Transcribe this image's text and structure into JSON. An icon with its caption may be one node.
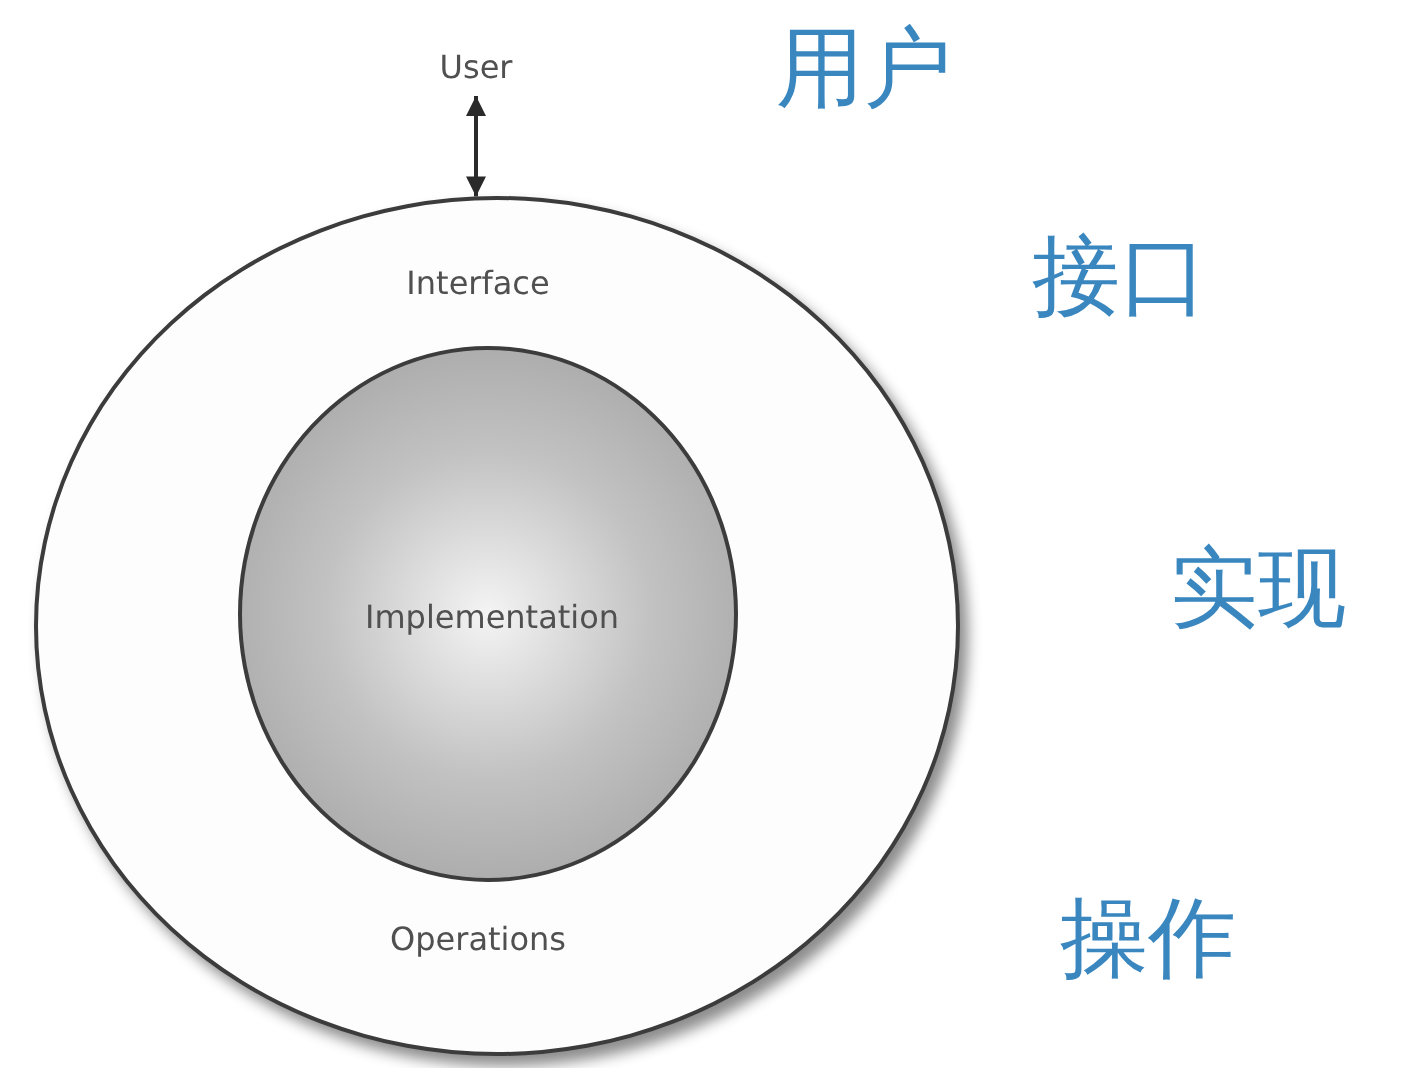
{
  "diagram": {
    "nodes": [
      {
        "text": [
          "User"
        ]
      },
      {
        "text": [
          "Interface",
          "Operations"
        ]
      },
      {
        "text": [
          "Implementation"
        ],
        "in": 1
      }
    ],
    "edges": [
      {
        "from": 0,
        "to": 1,
        "arrow": "both"
      }
    ],
    "labels": [
      "用户",
      "接口",
      "实现",
      "操作"
    ]
  }
}
